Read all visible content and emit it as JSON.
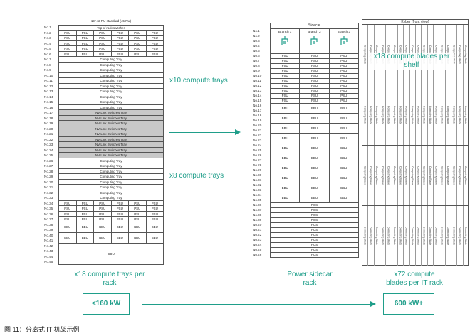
{
  "left_rack": {
    "title": "19\" 42 RU standard (45 RU)",
    "top_switch_label": "Top of rack switches",
    "psu_label": "PSU",
    "compute_label": "Computing Tray",
    "nvlink_label": "NV Link Switches Tray",
    "bbu_label": "BBU",
    "cdu_label": "CDU"
  },
  "right_rack": {
    "sidecar_title": "Sidecar",
    "kyber_title": "Kyber (front view)",
    "branches": [
      "Branch 1",
      "Branch 2",
      "Branch 3"
    ],
    "psu_label": "PSU",
    "bbu_label": "BBU",
    "pcs_label": "PCS",
    "blade_label": "Computing Blade"
  },
  "unit_labels": [
    "No.1",
    "No.2",
    "No.3",
    "No.4",
    "No.5",
    "No.6",
    "No.7",
    "No.8",
    "No.9",
    "No.10",
    "No.11",
    "No.12",
    "No.13",
    "No.14",
    "No.15",
    "No.16",
    "No.17",
    "No.18",
    "No.19",
    "No.20",
    "No.21",
    "No.22",
    "No.23",
    "No.24",
    "No.25",
    "No.26",
    "No.27",
    "No.28",
    "No.29",
    "No.30",
    "No.31",
    "No.32",
    "No.33",
    "No.34",
    "No.35",
    "No.36",
    "No.37",
    "No.38",
    "No.39",
    "No.40",
    "No.41",
    "No.42",
    "No.43",
    "No.44",
    "No.45",
    "No.46"
  ],
  "annotations": {
    "x10": "x10 compute trays",
    "x8": "x8 compute trays",
    "x18_blades": "x18 compute blades per shelf",
    "left_bottom": "x18 compute trays per rack",
    "mid_bottom": "Power sidecar rack",
    "right_bottom": "x72 compute blades per IT rack",
    "left_kw": "<160 kW",
    "right_kw": "600 kW+"
  },
  "caption": "图 11：分离式 IT 机架示例",
  "colors": {
    "accent": "#1f9e8a",
    "gray_tray": "#c8c8c8"
  }
}
